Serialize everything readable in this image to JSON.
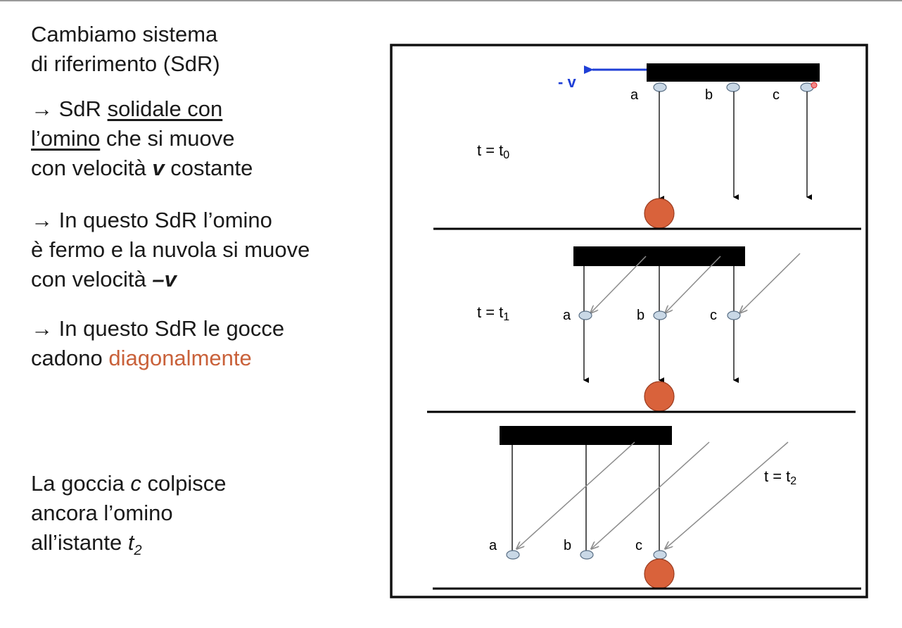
{
  "text": {
    "p1": [
      "Cambiamo sistema",
      "di riferimento (SdR)"
    ],
    "p2": {
      "arrow": "→",
      "pre": "SdR",
      "underlined1": "solidale con",
      "underlined2": "l’omino",
      "mid": "che si muove",
      "line3_pre": "con velocità",
      "line3_v": "v",
      "line3_post": "costante"
    },
    "p3": {
      "arrow": "→",
      "line1": "In questo SdR l’omino",
      "line2": "è fermo e la nuvola si muove",
      "line3_pre": "con velocità",
      "line3_v": "–v"
    },
    "p4": {
      "arrow": "→",
      "line1": "In questo SdR le gocce",
      "line2_pre": "cadono",
      "line2_colored": "diagonalmente"
    },
    "p5": {
      "line1_pre": "La goccia",
      "line1_c": "c",
      "line1_post": "colpisce",
      "line2": "ancora l’omino",
      "line3_pre": "all’istante",
      "line3_t": "t",
      "line3_sub": "2"
    }
  },
  "diagram": {
    "velocity_label": "- v",
    "panels": [
      {
        "time_label": "t = t",
        "time_sub": "0",
        "drops": [
          "a",
          "b",
          "c"
        ]
      },
      {
        "time_label": "t = t",
        "time_sub": "1",
        "drops": [
          "a",
          "b",
          "c"
        ]
      },
      {
        "time_label": "t = t",
        "time_sub": "2",
        "drops": [
          "a",
          "b",
          "c"
        ]
      }
    ]
  },
  "colors": {
    "accent_orange": "#c9613a",
    "velocity_blue": "#1f3fd6",
    "person_fill": "#d9623b",
    "drop_fill": "#c9d8e6",
    "diagonal_gray": "#9a9a9a"
  }
}
